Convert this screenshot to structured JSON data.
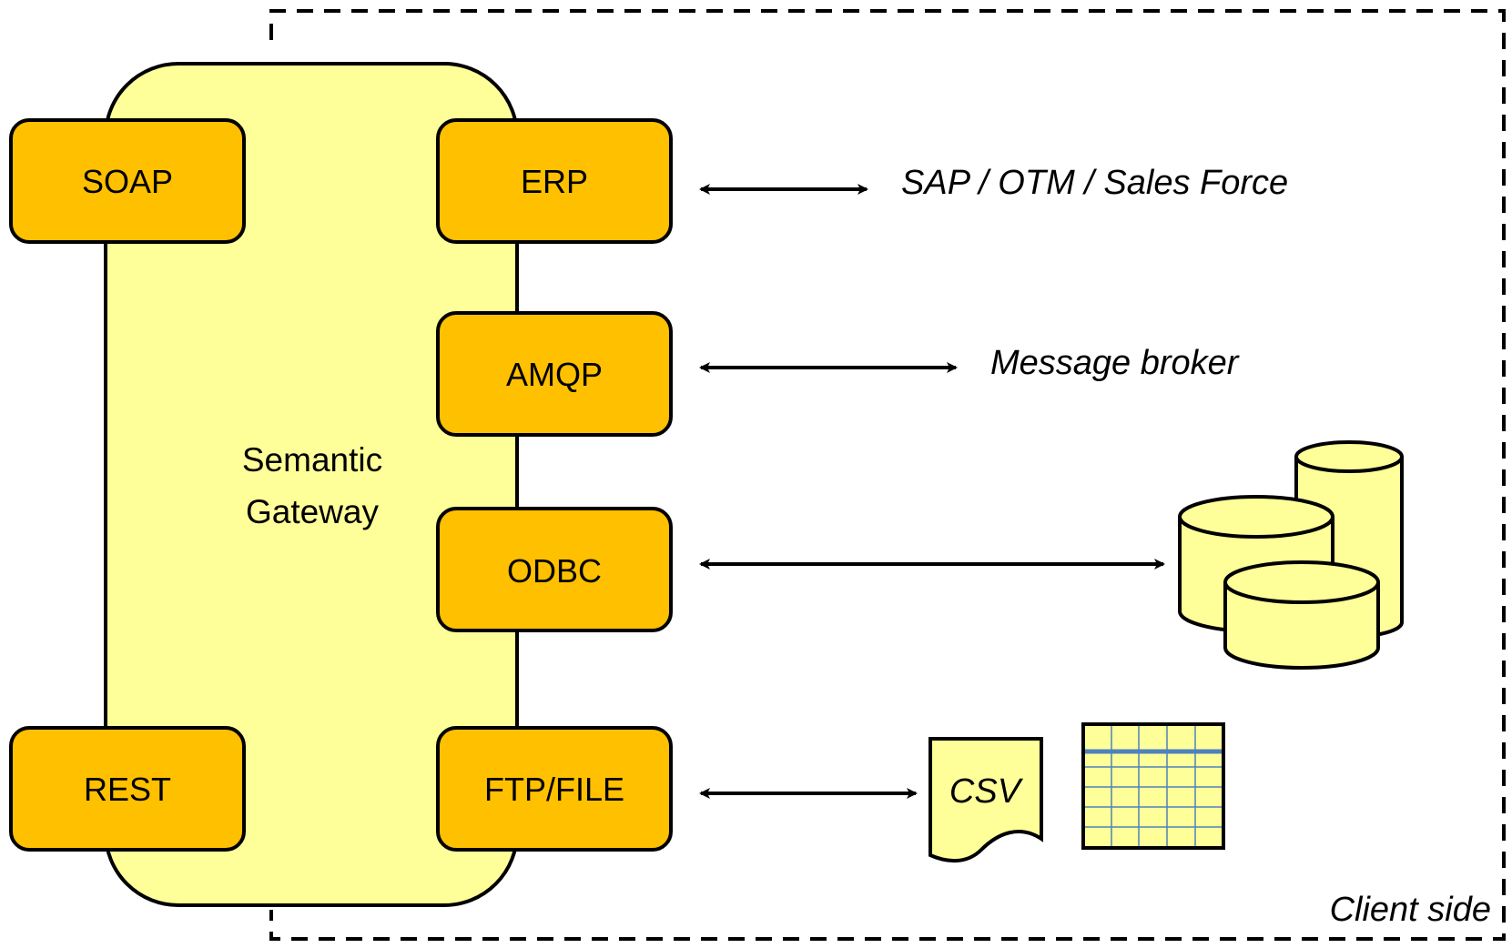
{
  "colors": {
    "gateway_fill": "#FFFF99",
    "protocol_fill": "#FFC000",
    "outline": "#000000",
    "grid_line": "#4F81BD",
    "boundary_dash": "#000000"
  },
  "gateway": {
    "title_line1": "Semantic",
    "title_line2": "Gateway"
  },
  "protocols": {
    "soap": "SOAP",
    "rest": "REST",
    "erp": "ERP",
    "amqp": "AMQP",
    "odbc": "ODBC",
    "ftp_file": "FTP/FILE"
  },
  "external_systems": {
    "erp_targets": "SAP / OTM / Sales Force",
    "amqp_target": "Message broker",
    "csv_document": "CSV"
  },
  "boundary": {
    "label": "Client side"
  }
}
